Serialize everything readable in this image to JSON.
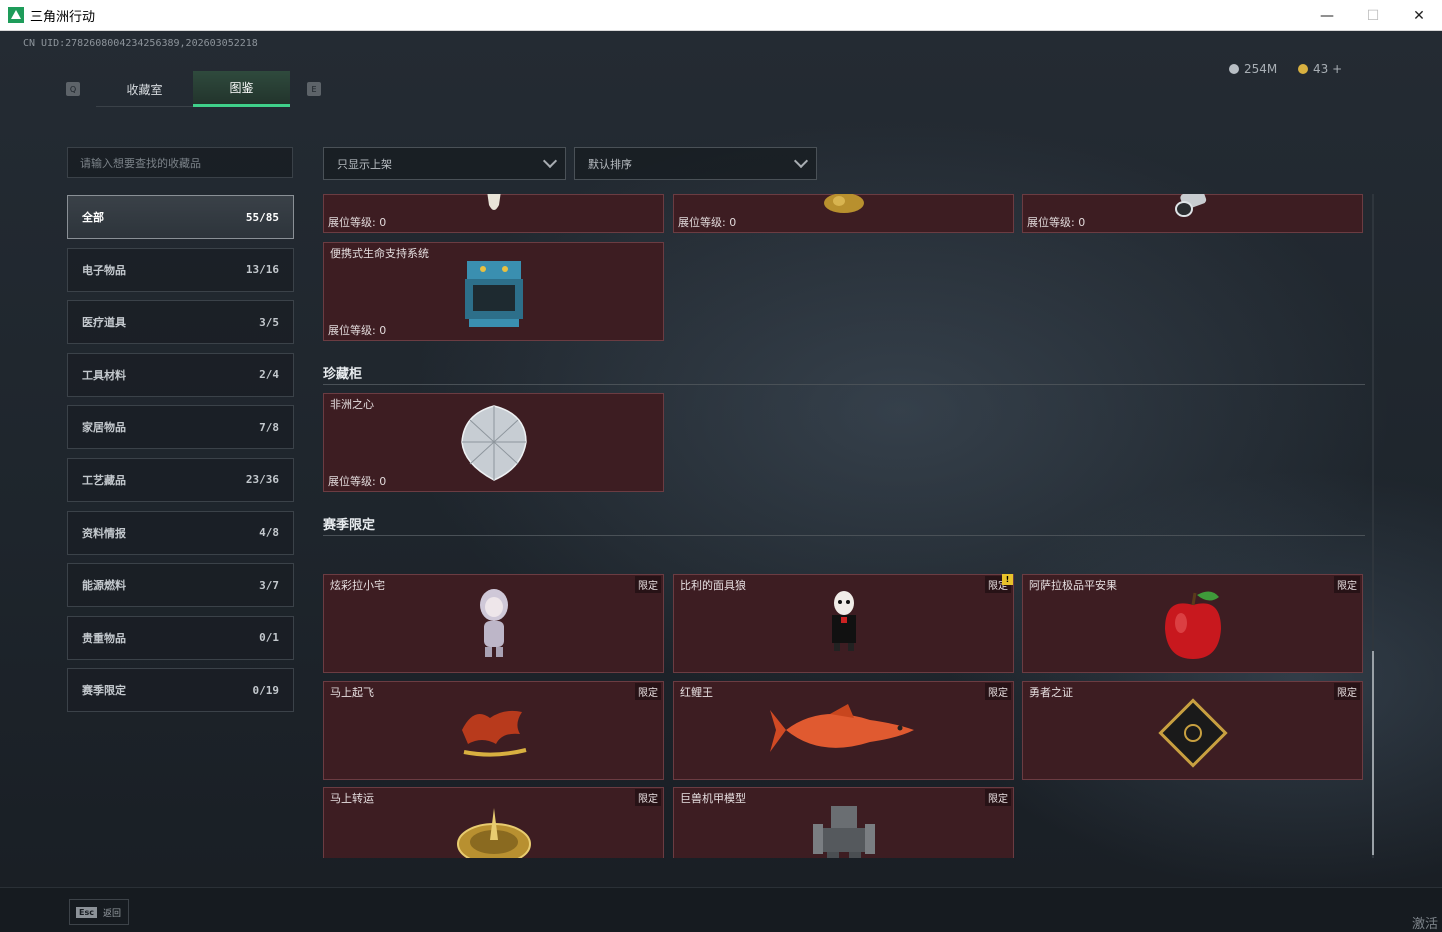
{
  "window": {
    "title": "三角洲行动",
    "minimize": "—",
    "maximize": "☐",
    "close": "✕"
  },
  "header": {
    "uid": "CN UID:2782608004234256389,202603052218",
    "key_left": "Q",
    "key_right": "E",
    "tabs": [
      {
        "label": "收藏室",
        "active": false
      },
      {
        "label": "图鉴",
        "active": true
      }
    ],
    "currency": [
      {
        "value": "254M",
        "color": "#b8bec4"
      },
      {
        "value": "43 +",
        "color": "#d8b040"
      }
    ]
  },
  "sidebar": {
    "search_placeholder": "请输入想要查找的收藏品",
    "categories": [
      {
        "label": "全部",
        "count": "55/85",
        "active": true
      },
      {
        "label": "电子物品",
        "count": "13/16"
      },
      {
        "label": "医疗道具",
        "count": "3/5"
      },
      {
        "label": "工具材料",
        "count": "2/4"
      },
      {
        "label": "家居物品",
        "count": "7/8"
      },
      {
        "label": "工艺藏品",
        "count": "23/36"
      },
      {
        "label": "资料情报",
        "count": "4/8"
      },
      {
        "label": "能源燃料",
        "count": "3/7"
      },
      {
        "label": "贵重物品",
        "count": "0/1"
      },
      {
        "label": "赛季限定",
        "count": "0/19"
      }
    ]
  },
  "filters": {
    "filter": "只显示上架",
    "sort": "默认排序"
  },
  "grid": {
    "level_text": "展位等级: 0",
    "top_row": [
      {
        "icon": "vase-icon"
      },
      {
        "icon": "gold-statue-icon"
      },
      {
        "icon": "silver-cylinder-icon"
      }
    ],
    "electronics_item": {
      "name": "便携式生命支持系统",
      "icon": "life-support-icon"
    },
    "section_treasure": "珍藏柜",
    "treasure_item": {
      "name": "非洲之心",
      "icon": "diamond-icon"
    },
    "section_season": "赛季限定",
    "limited_label": "限定",
    "season_items": [
      {
        "name": "炫彩拉小宅",
        "icon": "doll-icon"
      },
      {
        "name": "比利的面具狼",
        "icon": "puppet-icon",
        "warning": "!"
      },
      {
        "name": "阿萨拉极品平安果",
        "icon": "apple-icon"
      },
      {
        "name": "马上起飞",
        "icon": "horse-icon"
      },
      {
        "name": "红鲤王",
        "icon": "carp-icon"
      },
      {
        "name": "勇者之证",
        "icon": "card-icon"
      },
      {
        "name": "马上转运",
        "icon": "compass-icon"
      },
      {
        "name": "巨兽机甲模型",
        "icon": "mech-icon"
      }
    ]
  },
  "footer": {
    "esc_key": "Esc",
    "esc_label": "返回",
    "corner": "激活"
  }
}
